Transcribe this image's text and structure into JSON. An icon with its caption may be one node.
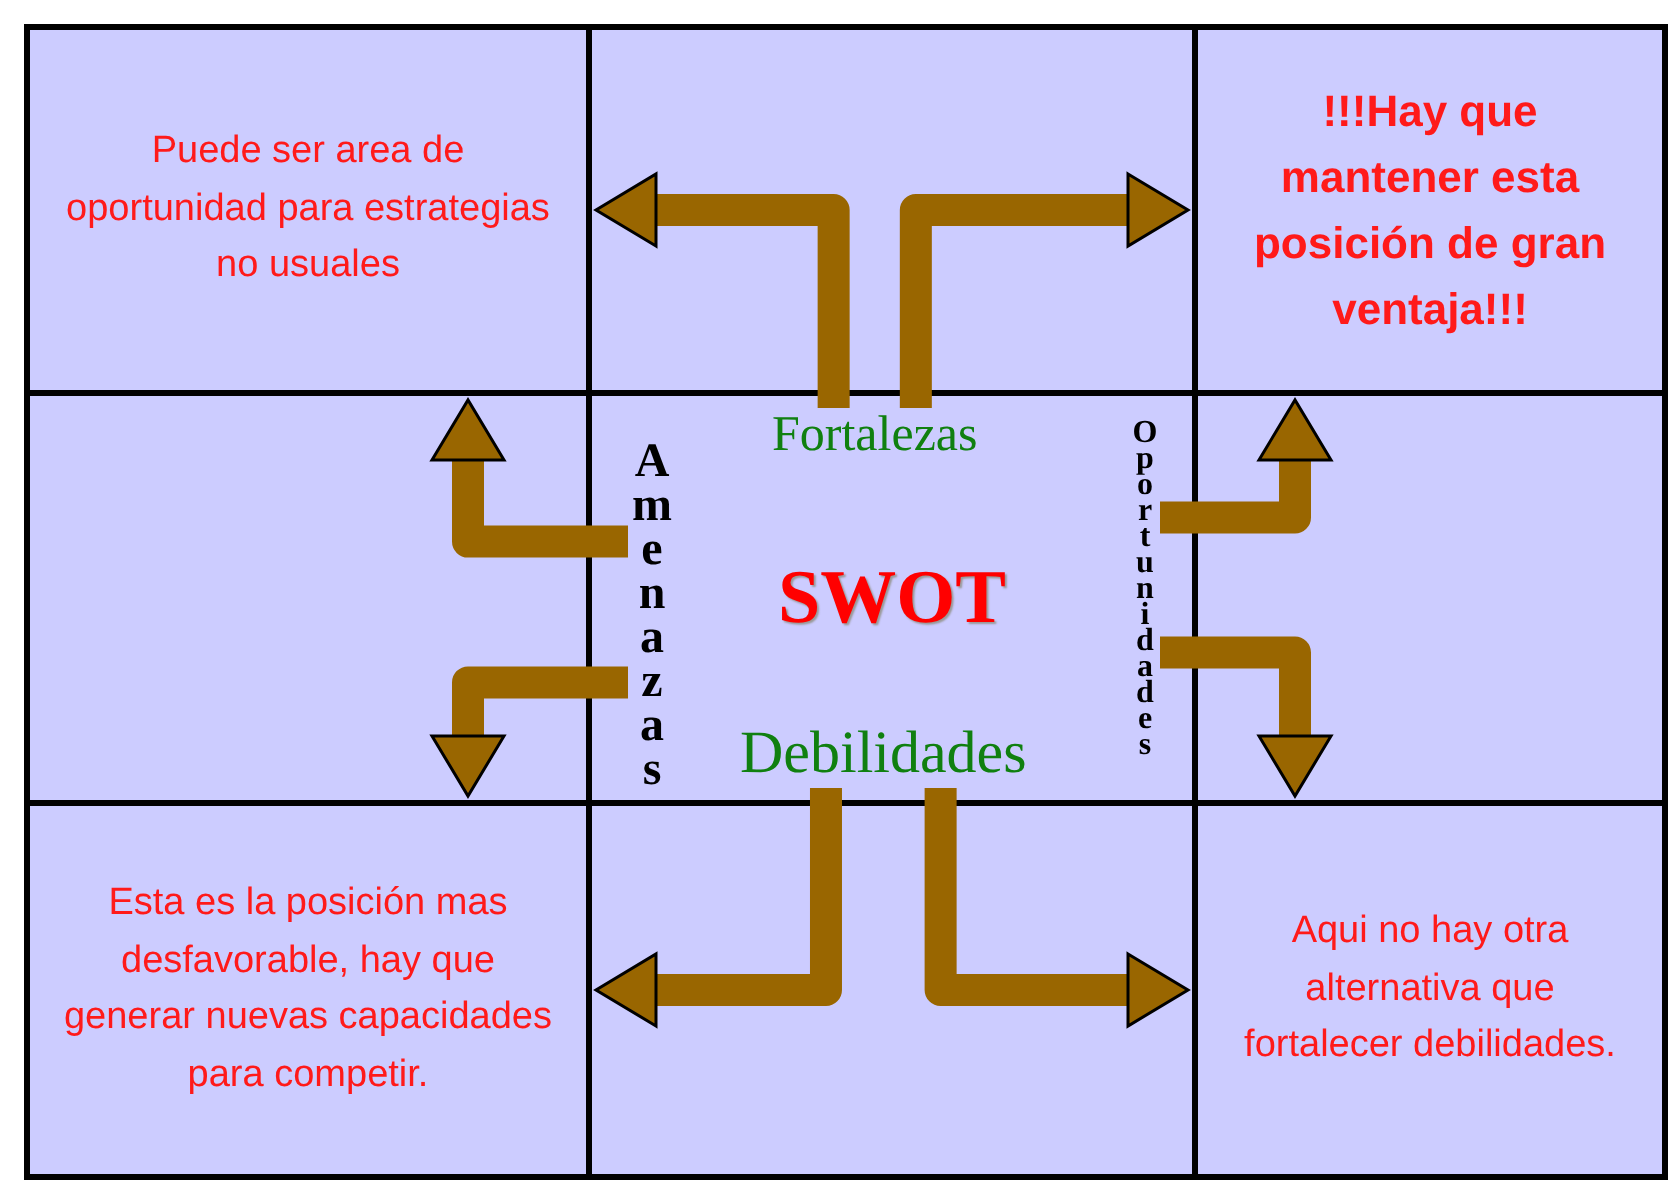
{
  "diagram": {
    "nodes": [
      {
        "text": [
          "Puede ser area de oportunidad para estrategias no usuales"
        ]
      },
      {
        "text": [
          "!!!Hay que mantener esta posición de gran ventaja!!!"
        ]
      },
      {
        "text": [
          "SWOT"
        ]
      },
      {
        "text": [
          "Amenazas"
        ],
        "in": 2
      },
      {
        "text": [
          "Fortalezas"
        ],
        "in": 2
      },
      {
        "text": [
          "Oportunidades"
        ],
        "in": 2
      },
      {
        "text": [
          "Debilidades"
        ],
        "in": 2
      },
      {
        "text": [
          "Esta es la posición mas desfavorable, hay que generar nuevas capacidades para competir."
        ]
      },
      {
        "text": [
          "Aqui no hay otra alternativa que fortalecer debilidades."
        ]
      }
    ],
    "edges": [
      {
        "from": 4,
        "to": 0,
        "arrow": "to"
      },
      {
        "from": 4,
        "to": 1,
        "arrow": "to"
      },
      {
        "from": 3,
        "to": 0,
        "arrow": "to"
      },
      {
        "from": 3,
        "to": 7,
        "arrow": "to"
      },
      {
        "from": 5,
        "to": 1,
        "arrow": "to"
      },
      {
        "from": 5,
        "to": 8,
        "arrow": "to"
      },
      {
        "from": 6,
        "to": 7,
        "arrow": "to"
      },
      {
        "from": 6,
        "to": 8,
        "arrow": "to"
      }
    ]
  }
}
